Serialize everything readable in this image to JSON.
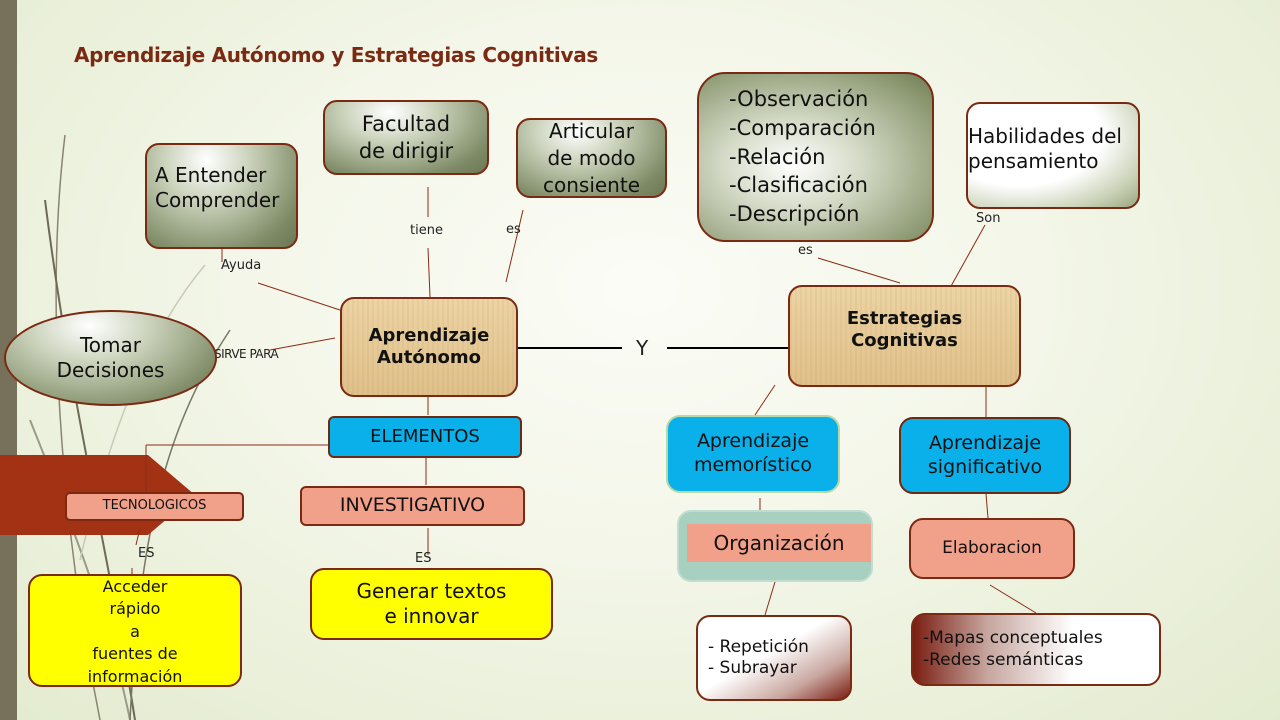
{
  "title": "Aprendizaje Autónomo y Estrategias Cognitivas",
  "nodes": {
    "aprendizaje_autonomo": [
      "Aprendizaje",
      "Autónomo"
    ],
    "estrategias_cognitivas": [
      "Estrategias",
      "Cognitivas"
    ],
    "facultad": [
      "Facultad",
      "de dirigir"
    ],
    "articular": [
      "Articular",
      "de modo",
      "consiente"
    ],
    "entender": [
      "A Entender",
      "Comprender"
    ],
    "tomar": [
      "Tomar",
      "Decisiones"
    ],
    "elementos": "ELEMENTOS",
    "tecnologicos": "TECNOLOGICOS",
    "investigativo": "INVESTIGATIVO",
    "acceder": [
      "Acceder",
      "rápido",
      "a",
      "fuentes de",
      "información"
    ],
    "generar": [
      "Generar textos",
      "e innovar"
    ],
    "habilidades_list": [
      "-Observación",
      "-Comparación",
      "-Relación",
      "-Clasificación",
      "-Descripción"
    ],
    "habilidades": [
      "Habilidades del",
      "pensamiento"
    ],
    "memoristico": [
      "Aprendizaje",
      "memorístico"
    ],
    "significativo": [
      "Aprendizaje",
      "significativo"
    ],
    "organizacion": "Organización",
    "elaboracion": "Elaboracion",
    "repeticion": [
      "- Repetición",
      "- Subrayar"
    ],
    "mapas": [
      "-Mapas conceptuales",
      "-Redes semánticas"
    ]
  },
  "links": {
    "tiene": "tiene",
    "es_articular": "es",
    "ayuda": "Ayuda",
    "sirve_para": "SIRVE PARA",
    "y": "Y",
    "es_habilidades": "es",
    "son": "Son",
    "es_tecnologicos": "ES",
    "es_investigativo": "ES"
  }
}
